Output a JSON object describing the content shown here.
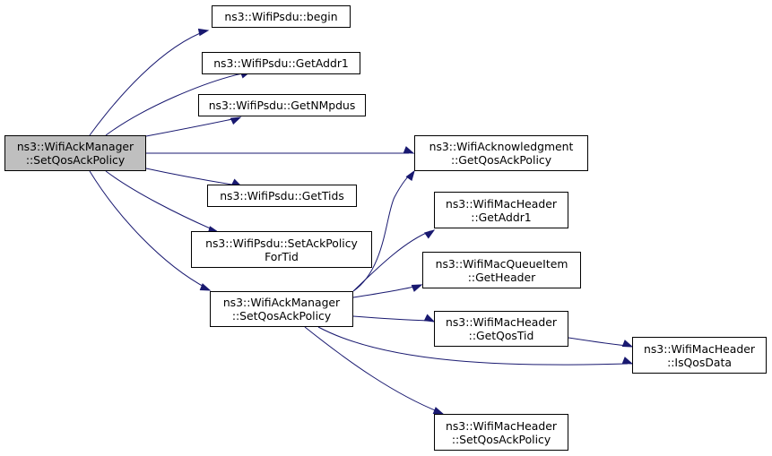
{
  "colors": {
    "edge": "#191970",
    "root_fill": "#bfbfbf",
    "node_fill": "#ffffff",
    "border": "#000000"
  },
  "nodes": {
    "root": {
      "line1": "ns3::WifiAckManager",
      "line2": "::SetQosAckPolicy"
    },
    "psdu_begin": {
      "line1": "ns3::WifiPsdu::begin"
    },
    "psdu_getaddr1": {
      "line1": "ns3::WifiPsdu::GetAddr1"
    },
    "psdu_getnmpdus": {
      "line1": "ns3::WifiPsdu::GetNMpdus"
    },
    "ack_getqosackpolicy": {
      "line1": "ns3::WifiAcknowledgment",
      "line2": "::GetQosAckPolicy"
    },
    "psdu_gettids": {
      "line1": "ns3::WifiPsdu::GetTids"
    },
    "psdu_setackpolicy": {
      "line1": "ns3::WifiPsdu::SetAckPolicy",
      "line2": "ForTid"
    },
    "mgr_setqosackpolicy": {
      "line1": "ns3::WifiAckManager",
      "line2": "::SetQosAckPolicy"
    },
    "hdr_getaddr1": {
      "line1": "ns3::WifiMacHeader",
      "line2": "::GetAddr1"
    },
    "queue_getheader": {
      "line1": "ns3::WifiMacQueueItem",
      "line2": "::GetHeader"
    },
    "hdr_getqostid": {
      "line1": "ns3::WifiMacHeader",
      "line2": "::GetQosTid"
    },
    "hdr_isqosdata": {
      "line1": "ns3::WifiMacHeader",
      "line2": "::IsQosData"
    },
    "hdr_setqosackpolicy": {
      "line1": "ns3::WifiMacHeader",
      "line2": "::SetQosAckPolicy"
    }
  }
}
